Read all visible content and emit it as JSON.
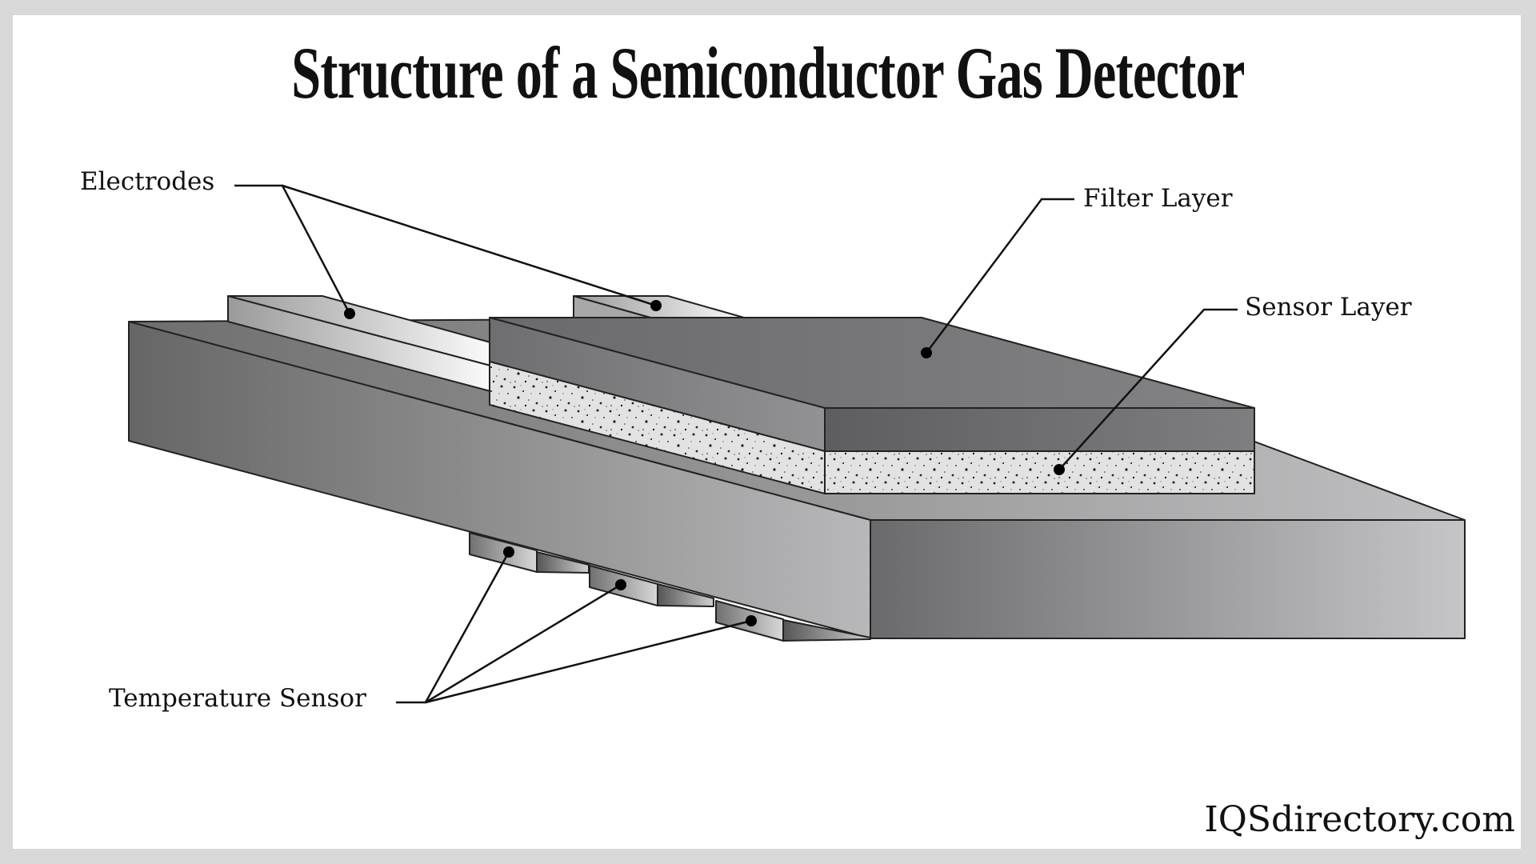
{
  "title": "Structure of a Semiconductor Gas Detector",
  "labels": {
    "electrodes": "Electrodes",
    "filter_layer": "Filter Layer",
    "sensor_layer": "Sensor Layer",
    "temperature_sensor": "Temperature Sensor"
  },
  "brand": "IQSdirectory.com",
  "colors": {
    "background": "#d9d9d9",
    "panel": "#ffffff",
    "outline": "#222222",
    "substrate_dark": "#666666",
    "substrate_light": "#c4c4c6",
    "filter_layer": "#7a7a7c",
    "sensor_layer": "#e6e6e6",
    "electrode_light": "#f4f4f4"
  }
}
